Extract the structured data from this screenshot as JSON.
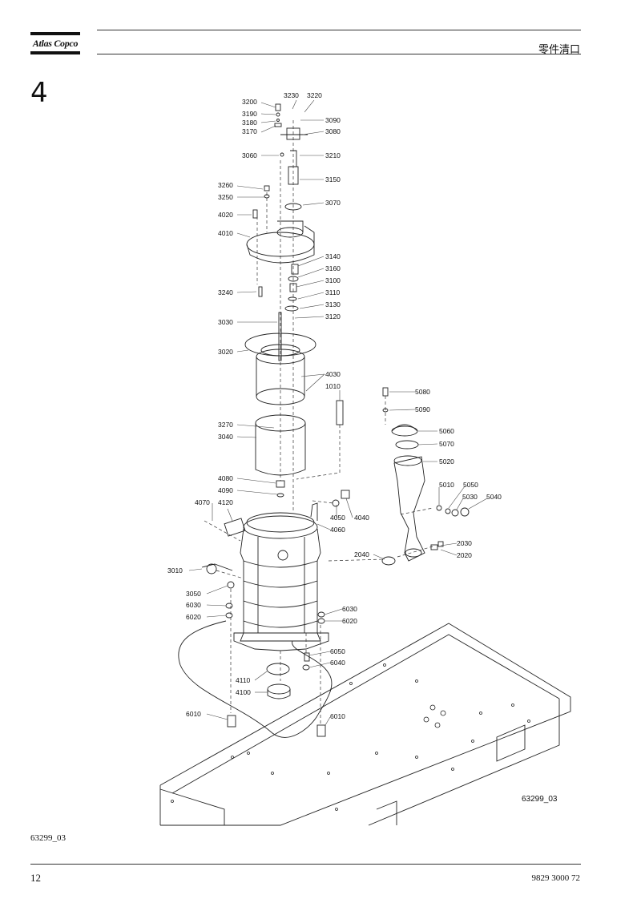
{
  "header": {
    "brand": "Atlas Copco",
    "title": "零件清口"
  },
  "chapter_number": "4",
  "figure": {
    "code": "63299_03",
    "part_labels": [
      "3230",
      "3220",
      "3200",
      "3190",
      "3180",
      "3170",
      "3090",
      "3080",
      "3060",
      "3210",
      "3150",
      "3260",
      "3250",
      "3070",
      "4020",
      "4010",
      "3140",
      "3160",
      "3100",
      "3110",
      "3240",
      "3130",
      "3030",
      "3120",
      "3020",
      "4030",
      "1010",
      "5080",
      "5090",
      "5060",
      "5070",
      "5020",
      "3270",
      "3040",
      "5010",
      "5050",
      "5030",
      "5040",
      "4080",
      "4090",
      "4070",
      "4120",
      "4050",
      "4040",
      "4060",
      "2030",
      "2040",
      "2020",
      "3010",
      "3050",
      "6030",
      "6030",
      "6020",
      "6020",
      "6050",
      "6040",
      "4110",
      "4100",
      "6010",
      "6010"
    ]
  },
  "footer": {
    "figure_ref": "63299_03",
    "page_number": "12",
    "document_number": "9829 3000 72"
  }
}
